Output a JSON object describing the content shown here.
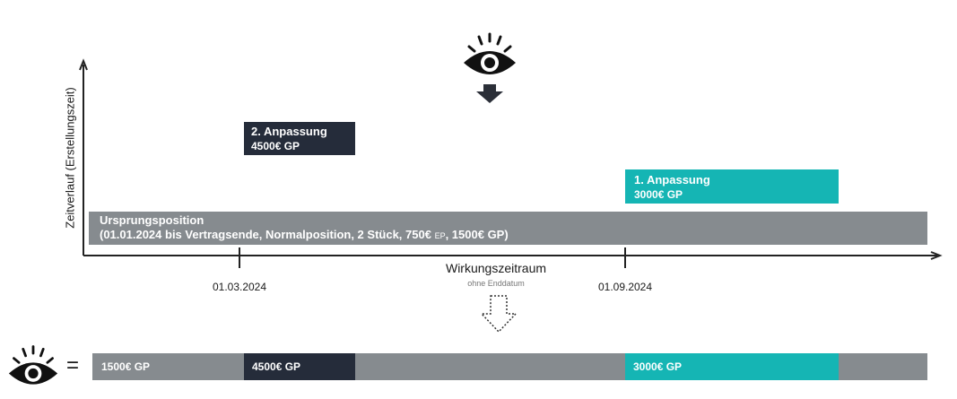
{
  "colors": {
    "dark": "#252c3a",
    "teal": "#15b5b4",
    "grey": "#868b8f",
    "axis": "#222222"
  },
  "axis": {
    "y_label": "Zeitverlauf (Erstellungszeit)",
    "x_label": "Wirkungszeitraum",
    "x_sublabel": "ohne Enddatum",
    "ticks": [
      "01.03.2024",
      "01.09.2024"
    ]
  },
  "bars": {
    "origin": {
      "title": "Ursprungsposition",
      "detail_pre": "(01.01.2024 bis Vertragsende, Normalposition, 2 Stück, 750€ ",
      "detail_ep": "EP",
      "detail_post": ", 1500€ GP)"
    },
    "adjust1": {
      "title": "1. Anpassung",
      "value": "3000€ GP"
    },
    "adjust2": {
      "title": "2. Anpassung",
      "value": "4500€ GP"
    }
  },
  "result": {
    "equals": "=",
    "segments": [
      "1500€ GP",
      "4500€ GP",
      "3000€ GP"
    ]
  },
  "icons": [
    "eye-icon",
    "arrow-down-icon",
    "dotted-arrow-down-icon"
  ]
}
